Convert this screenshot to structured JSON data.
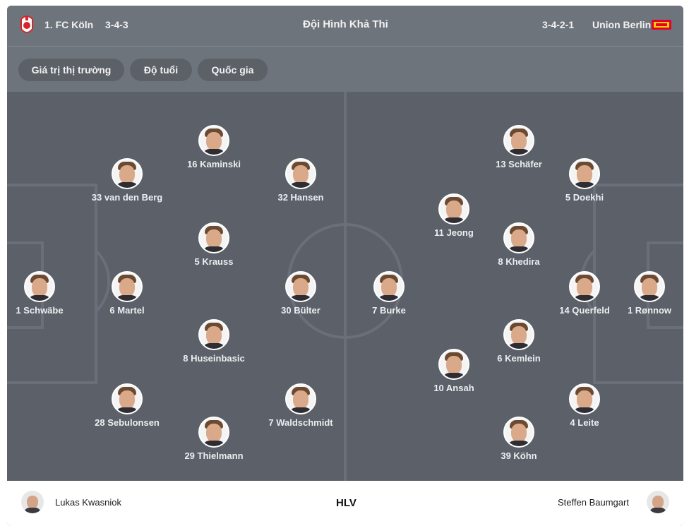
{
  "header": {
    "home_team": "1. FC Köln",
    "home_formation": "3-4-3",
    "title": "Đội Hình Khả Thi",
    "away_formation": "3-4-2-1",
    "away_team": "Union Berlin",
    "home_logo_icon": "fc-koln-crest-icon",
    "away_logo_icon": "union-berlin-crest-icon"
  },
  "filters": [
    {
      "label": "Giá trị thị trường"
    },
    {
      "label": "Độ tuổi"
    },
    {
      "label": "Quốc gia"
    }
  ],
  "home_players": [
    {
      "label": "1 Schwäbe"
    },
    {
      "label": "6 Martel"
    },
    {
      "label": "33 van den Berg"
    },
    {
      "label": "28 Sebulonsen"
    },
    {
      "label": "16 Kaminski"
    },
    {
      "label": "5 Krauss"
    },
    {
      "label": "8 Huseinbasic"
    },
    {
      "label": "29 Thielmann"
    },
    {
      "label": "32 Hansen"
    },
    {
      "label": "30 Bülter"
    },
    {
      "label": "7 Waldschmidt"
    }
  ],
  "away_players": [
    {
      "label": "7 Burke"
    },
    {
      "label": "11 Jeong"
    },
    {
      "label": "10 Ansah"
    },
    {
      "label": "13 Schäfer"
    },
    {
      "label": "8 Khedira"
    },
    {
      "label": "6 Kemlein"
    },
    {
      "label": "39 Köhn"
    },
    {
      "label": "5 Doekhi"
    },
    {
      "label": "14 Querfeld"
    },
    {
      "label": "4 Leite"
    },
    {
      "label": "1 Rønnow"
    }
  ],
  "footer": {
    "home_coach": "Lukas Kwasniok",
    "coach_label": "HLV",
    "away_coach": "Steffen Baumgart"
  },
  "colors": {
    "pitch": "#5b6069",
    "header": "#6e747c",
    "pill": "#5c6168",
    "lines": "#6a707a"
  }
}
